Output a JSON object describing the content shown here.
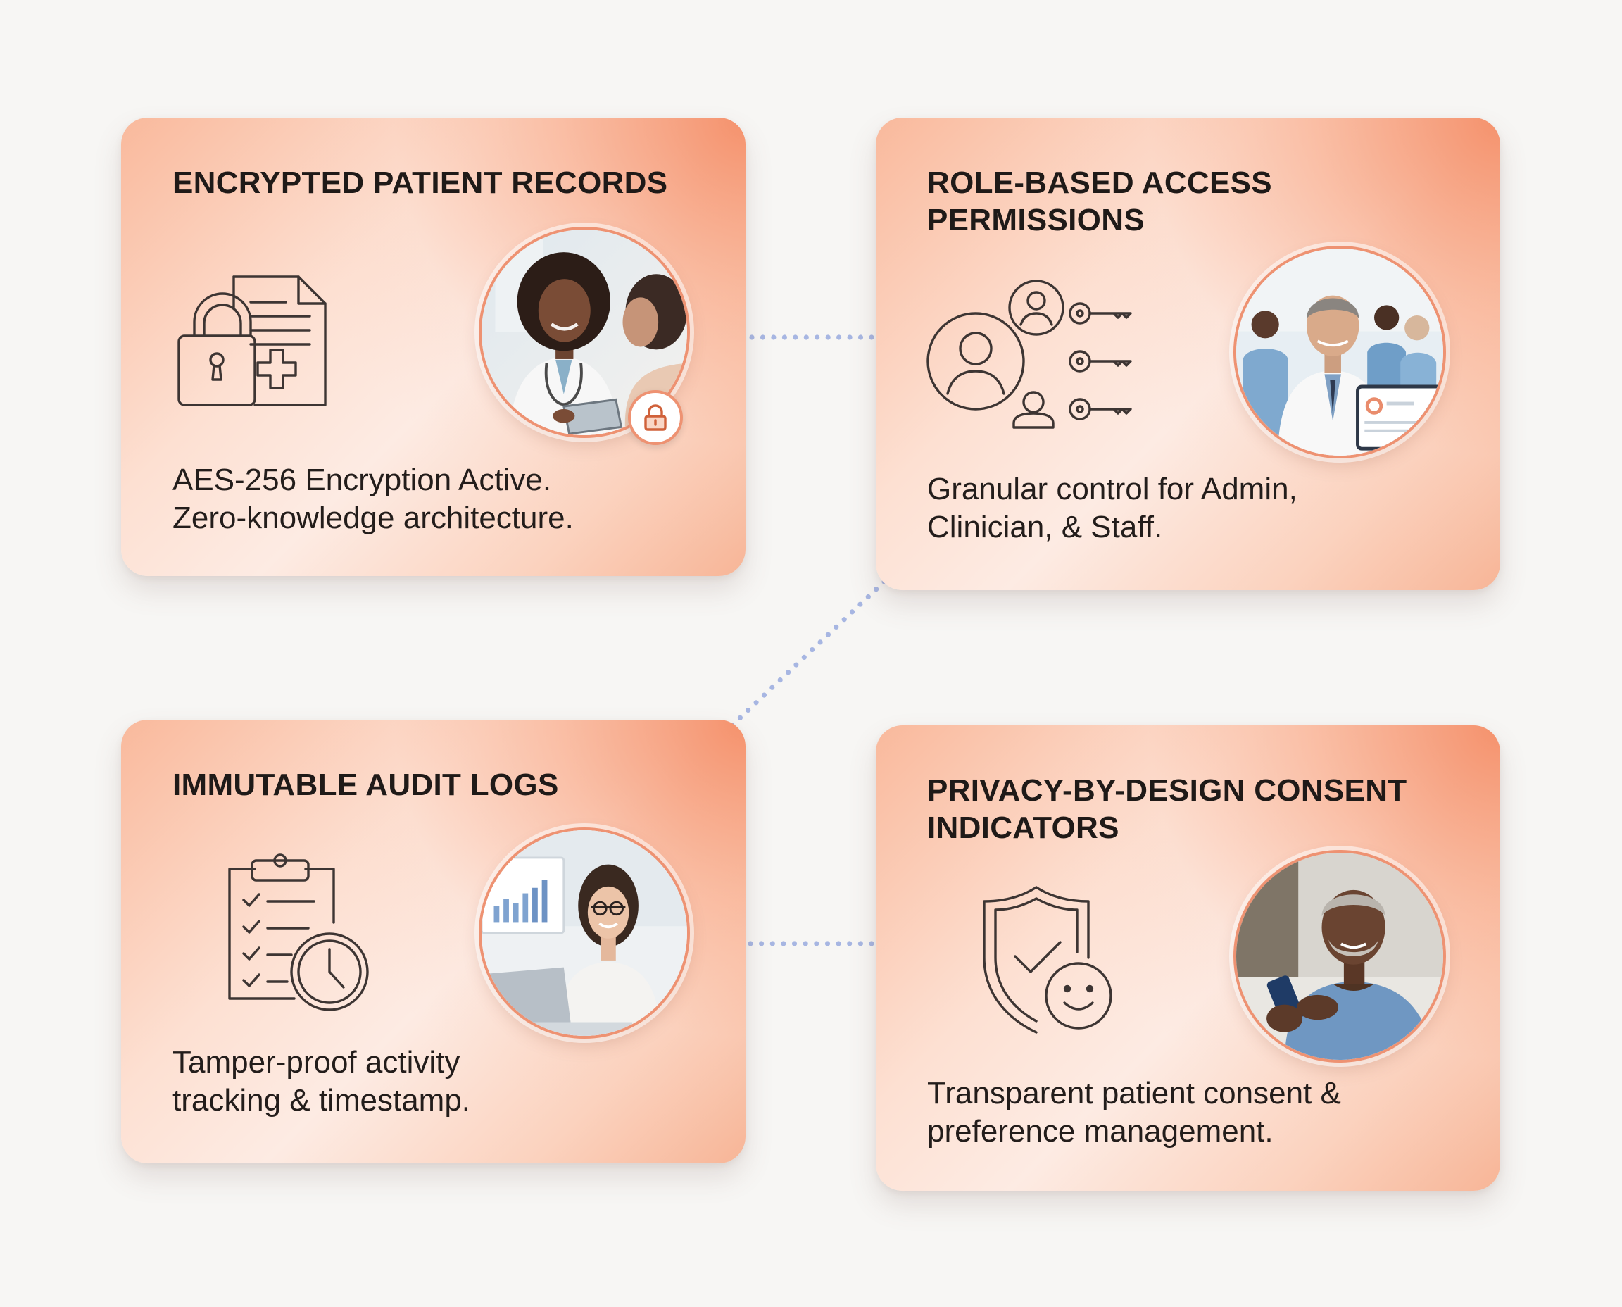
{
  "cards": [
    {
      "title": "ENCRYPTED PATIENT RECORDS",
      "description": [
        "AES-256 Encryption Active.",
        "Zero-knowledge architecture."
      ],
      "icon": "lock-document-medical-icon",
      "photo": "doctor-consulting-patient-tablet-photo",
      "badge_icon": "padlock-badge-icon"
    },
    {
      "title": [
        "ROLE-BASED ACCESS",
        "PERMISSIONS"
      ],
      "description": [
        "Granular control for Admin,",
        "Clinician, & Staff."
      ],
      "icon": "users-keys-icon",
      "photo": "medical-team-dashboard-photo"
    },
    {
      "title": "IMMUTABLE AUDIT LOGS",
      "description": [
        "Tamper-proof activity",
        "tracking & timestamp."
      ],
      "icon": "clipboard-checklist-clock-icon",
      "photo": "analyst-laptop-charts-photo"
    },
    {
      "title": [
        "PRIVACY-BY-DESIGN CONSENT",
        "INDICATORS"
      ],
      "description": [
        "Transparent patient consent &",
        "preference management."
      ],
      "icon": "shield-check-smiley-icon",
      "photo": "man-using-smartphone-photo"
    }
  ],
  "colors": {
    "background": "#f7f6f4",
    "card_accent": "#f48a62",
    "card_light": "#fdebe3",
    "photo_ring": "#ee9272",
    "connector": "#a7b6e2",
    "text": "#1f1a18",
    "icon_stroke": "#3d3533"
  },
  "connector_style": "dotted"
}
